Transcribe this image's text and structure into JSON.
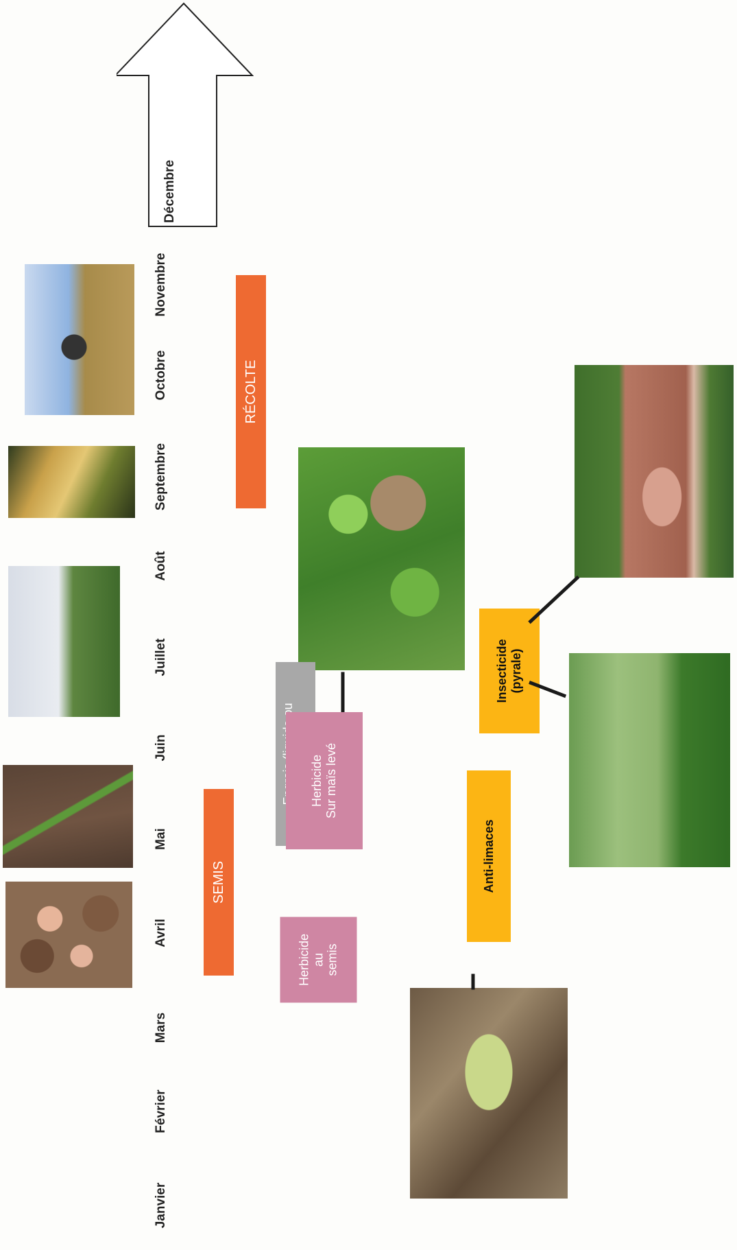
{
  "months": [
    "Janvier",
    "Février",
    "Mars",
    "Avril",
    "Mai",
    "Juin",
    "Juillet",
    "Août",
    "Septembre",
    "Octobre",
    "Novembre",
    "Décembre"
  ],
  "operations": {
    "recolte": "RÉCOLTE",
    "semis": "SEMIS",
    "engrais": "Engrais (liquide ou\nsolide)",
    "herbicide_leve": "Herbicide\nSur maïs levé",
    "herbicide_semis": "Herbicide\nau\nsemis",
    "insecticide": "Insecticide\n(pyrale)",
    "anti_limaces": "Anti-limaces"
  },
  "colors": {
    "recolte": "#ee6a32",
    "semis": "#ee6a32",
    "engrais": "#a8a8a8",
    "herbicide": "#cf86a3",
    "pest_control": "#fcb514"
  },
  "photos": [
    "seed-sowing-photo",
    "emerging-maize-photo",
    "tasseling-maize-photo",
    "dry-maize-photo",
    "harvest-photo",
    "weedy-field-photo",
    "pyrale-larva-photo",
    "pyrale-damage-leaf-photo",
    "slug-damage-photo"
  ]
}
